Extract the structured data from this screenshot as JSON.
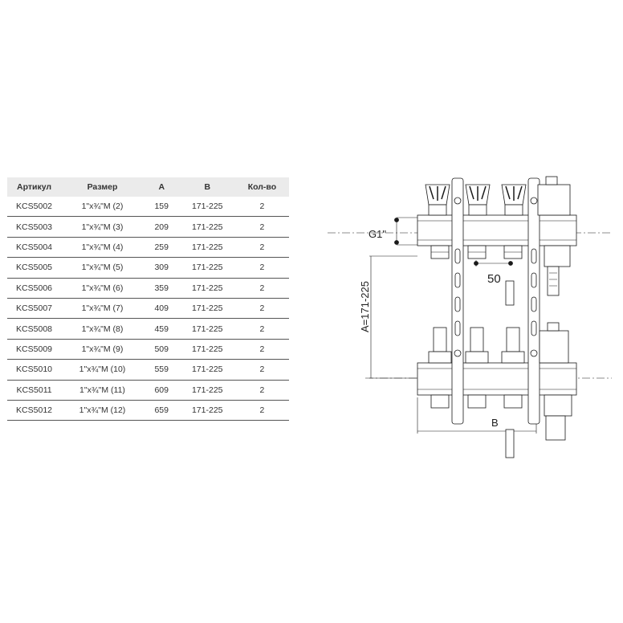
{
  "table": {
    "headers": [
      "Артикул",
      "Размер",
      "A",
      "B",
      "Кол-во"
    ],
    "rows": [
      [
        "KCS5002",
        "1\"x¾\"M (2)",
        "159",
        "171-225",
        "2"
      ],
      [
        "KCS5003",
        "1\"x¾\"M (3)",
        "209",
        "171-225",
        "2"
      ],
      [
        "KCS5004",
        "1\"x¾\"M (4)",
        "259",
        "171-225",
        "2"
      ],
      [
        "KCS5005",
        "1\"x¾\"M (5)",
        "309",
        "171-225",
        "2"
      ],
      [
        "KCS5006",
        "1\"x¾\"M (6)",
        "359",
        "171-225",
        "2"
      ],
      [
        "KCS5007",
        "1\"x¾\"M (7)",
        "409",
        "171-225",
        "2"
      ],
      [
        "KCS5008",
        "1\"x¾\"M (8)",
        "459",
        "171-225",
        "2"
      ],
      [
        "KCS5009",
        "1\"x¾\"M (9)",
        "509",
        "171-225",
        "2"
      ],
      [
        "KCS5010",
        "1\"x¾\"M (10)",
        "559",
        "171-225",
        "2"
      ],
      [
        "KCS5011",
        "1\"x¾\"M (11)",
        "609",
        "171-225",
        "2"
      ],
      [
        "KCS5012",
        "1\"x¾\"M (12)",
        "659",
        "171-225",
        "2"
      ]
    ]
  },
  "diagram": {
    "label_g": "G1\"",
    "label_pitch": "50",
    "label_a": "A=171-225",
    "label_b": "B",
    "line_color": "#1a1a1a"
  }
}
